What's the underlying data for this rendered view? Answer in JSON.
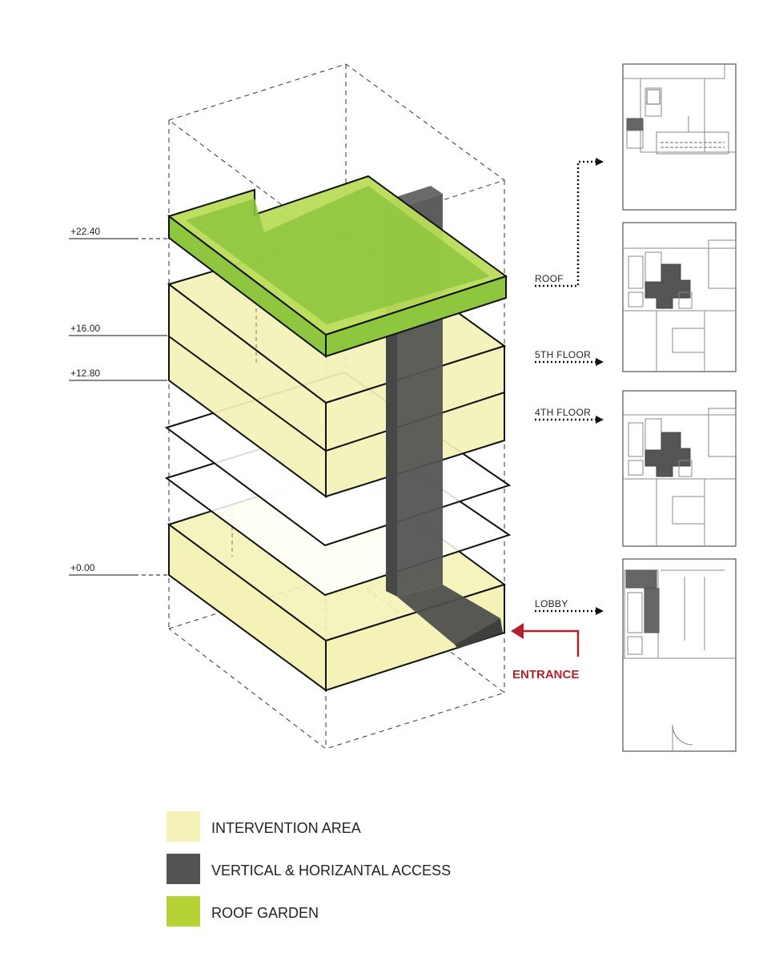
{
  "levels": {
    "roof": "+22.40",
    "fifth": "+16.00",
    "fourth": "+12.80",
    "ground": "+0.00"
  },
  "floor_labels": {
    "roof": "ROOF",
    "fifth": "5TH FLOOR",
    "fourth": "4TH FLOOR",
    "lobby": "LOBBY"
  },
  "entrance": "ENTRANCE",
  "legend": [
    {
      "label": "INTERVENTION AREA",
      "color": "#f4f2b7"
    },
    {
      "label": "VERTICAL & HORIZANTAL ACCESS",
      "color": "#545454"
    },
    {
      "label": "ROOF GARDEN",
      "color": "#b5d334"
    }
  ],
  "colors": {
    "intervention": "#f4f2b7",
    "access": "#545454",
    "roof_garden": "#8ec63f",
    "roof_garden_light": "#b9dc5a",
    "entrance": "#b3222a"
  }
}
